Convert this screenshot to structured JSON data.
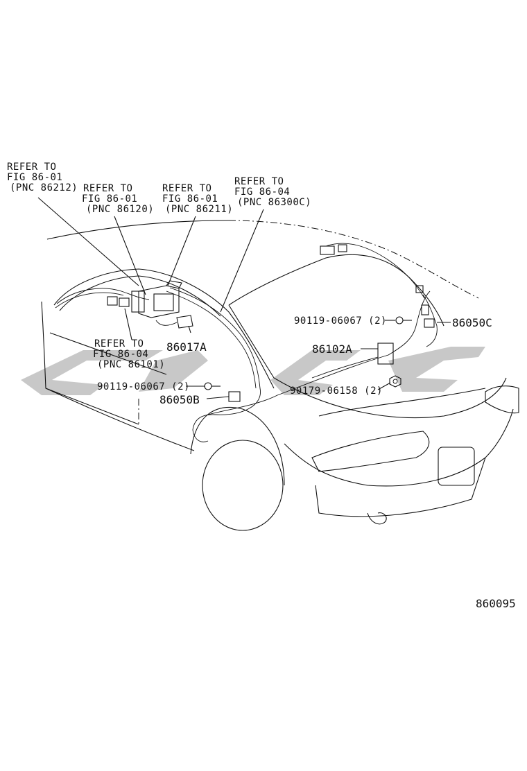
{
  "diagram_code": "860095",
  "watermark_text": "",
  "callouts": [
    {
      "id": "ref-86212",
      "lines": [
        "REFER TO",
        "FIG 86-01",
        "(PNC 86212)"
      ]
    },
    {
      "id": "ref-86120",
      "lines": [
        "REFER TO",
        "FIG 86-01",
        "(PNC 86120)"
      ]
    },
    {
      "id": "ref-86211",
      "lines": [
        "REFER TO",
        "FIG 86-01",
        "(PNC 86211)"
      ]
    },
    {
      "id": "ref-86300C",
      "lines": [
        "REFER TO",
        "FIG 86-04",
        "(PNC 86300C)"
      ]
    },
    {
      "id": "ref-86101",
      "lines": [
        "REFER TO",
        "FIG 86-04",
        "(PNC 86101)"
      ]
    }
  ],
  "parts": {
    "p86017A": "86017A",
    "p86050B": "86050B",
    "p86050C": "86050C",
    "p86102A": "86102A",
    "screw_a": "90119-06067 (2)",
    "screw_b": "90119-06067 (2)",
    "nut": "90179-06158 (2)"
  }
}
